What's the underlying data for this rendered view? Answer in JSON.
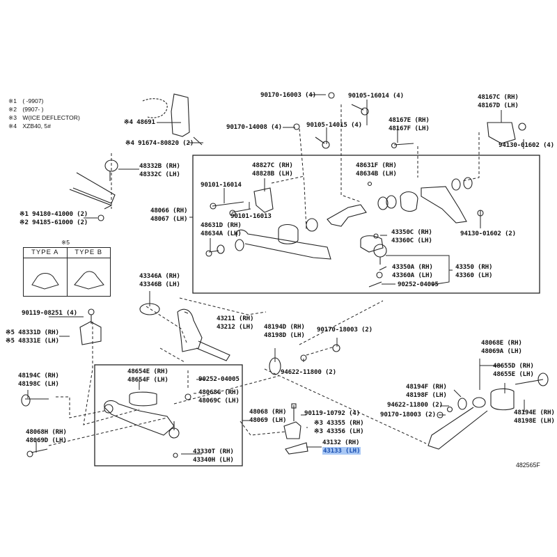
{
  "diagram": {
    "figure_code": "482565F",
    "notes": [
      {
        "mark": "※1",
        "text": "(      -9907)"
      },
      {
        "mark": "※2",
        "text": "(9907-      )"
      },
      {
        "mark": "※3",
        "text": "W(ICE DEFLECTOR)"
      },
      {
        "mark": "※4",
        "text": "XZB40, 5#"
      }
    ],
    "type_table": {
      "mark": "※5",
      "columns": [
        "TYPE  A",
        "TYPE  B"
      ]
    },
    "parts": {
      "p48691": [
        "※4 48691"
      ],
      "p91674": [
        "※4 91674-80820 (2)"
      ],
      "p48332": [
        "48332B (RH)",
        "48332C (LH)"
      ],
      "p94180": [
        "※1 94180-41000 (2)",
        "※2 94185-61000 (2)"
      ],
      "p90170_16003": [
        "90170-16003 (4)"
      ],
      "p90105_16014": [
        "90105-16014 (4)"
      ],
      "p90170_14008": [
        "90170-14008 (4)"
      ],
      "p90105_14015": [
        "90105-14015 (4)"
      ],
      "p48167E": [
        "48167E (RH)",
        "48167F (LH)"
      ],
      "p48167C": [
        "48167C (RH)",
        "48167D (LH)"
      ],
      "p94130_4": [
        "94130-01602 (4)"
      ],
      "p48827": [
        "48827C (RH)",
        "48828B (LH)"
      ],
      "p48631F": [
        "48631F (RH)",
        "48634B (LH)"
      ],
      "p90101_16014": [
        "90101-16014"
      ],
      "p90101_16013": [
        "90101-16013"
      ],
      "p48066": [
        "48066 (RH)",
        "48067 (LH)"
      ],
      "p48631D": [
        "48631D (RH)",
        "48634A (LH)"
      ],
      "p94130_2": [
        "94130-01602 (2)"
      ],
      "p43350C": [
        "43350C (RH)",
        "43360C (LH)"
      ],
      "p43350A": [
        "43350A (RH)",
        "43360A (LH)"
      ],
      "p43350": [
        "43350 (RH)",
        "43360 (LH)"
      ],
      "p90252_a": [
        "90252-04005"
      ],
      "p43346": [
        "43346A (RH)",
        "43346B (LH)"
      ],
      "p90119_08251": [
        "90119-08251 (4)"
      ],
      "p48331": [
        "※5 48331D (RH)",
        "※5 48331E (LH)"
      ],
      "p43211": [
        "43211 (RH)",
        "43212 (LH)"
      ],
      "p48194D": [
        "48194D (RH)",
        "48198D (LH)"
      ],
      "p90170_18003a": [
        "90170-18003 (2)"
      ],
      "p94622a": [
        "94622-11800 (2)"
      ],
      "p48194C": [
        "48194C (RH)",
        "48198C (LH)"
      ],
      "p48654": [
        "48654E (RH)",
        "48654F (LH)"
      ],
      "p90252_b": [
        "90252-04005"
      ],
      "p48068G": [
        "48068G (RH)",
        "48069C (LH)"
      ],
      "p48068": [
        "48068 (RH)",
        "48069 (LH)"
      ],
      "p48068H": [
        "48068H (RH)",
        "48069D (LH)"
      ],
      "p43330T": [
        "43330T (RH)",
        "43340H (LH)"
      ],
      "p90119_10792": [
        "90119-10792 (4)"
      ],
      "p43355": [
        "※3 43355 (RH)",
        "※3 43356 (LH)"
      ],
      "p43132": [
        "43132 (RH)",
        "43133 (LH)"
      ],
      "p48068E": [
        "48068E (RH)",
        "48069A (LH)"
      ],
      "p48655": [
        "48655D (RH)",
        "48655E (LH)"
      ],
      "p48194F": [
        "48194F (RH)",
        "48198F (LH)"
      ],
      "p94622b": [
        "94622-11800 (2)"
      ],
      "p90170_18003b": [
        "90170-18003 (2)"
      ],
      "p48194E": [
        "48194E (RH)",
        "48198E (LH)"
      ]
    },
    "highlighted_part": "43133 (LH)",
    "highlight_color": "#a9c8f5"
  }
}
